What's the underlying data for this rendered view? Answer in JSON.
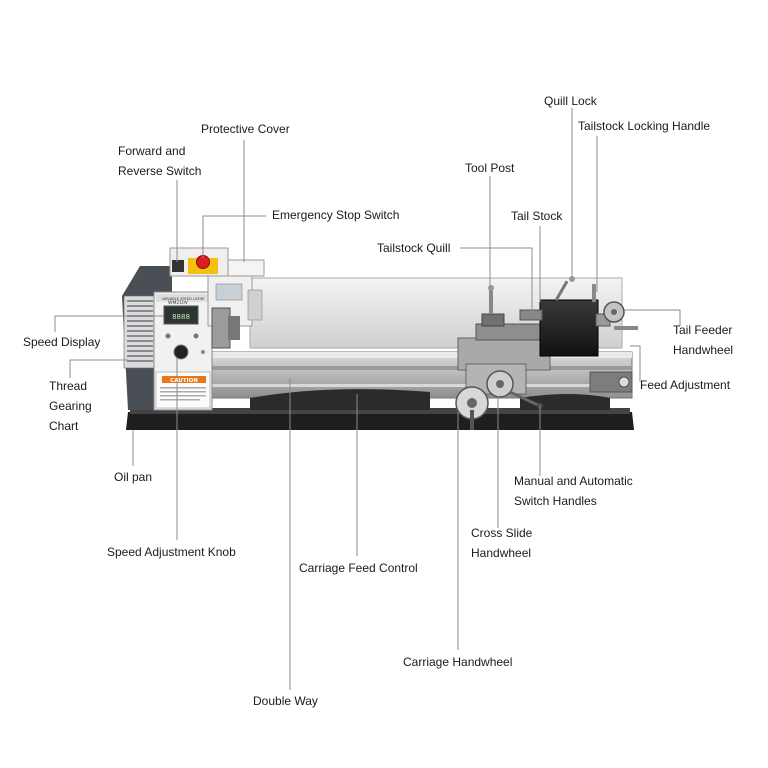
{
  "labels": {
    "quill_lock": "Quill Lock",
    "tailstock_locking_handle": "Tailstock Locking Handle",
    "protective_cover": "Protective Cover",
    "forward_reverse_1": "Forward and",
    "forward_reverse_2": "Reverse Switch",
    "tool_post": "Tool Post",
    "emergency_stop": "Emergency Stop Switch",
    "tail_stock": "Tail Stock",
    "tailstock_quill": "Tailstock Quill",
    "speed_display": "Speed Display",
    "tail_feeder_1": "Tail Feeder",
    "tail_feeder_2": "Handwheel",
    "thread_gearing_1": "Thread",
    "thread_gearing_2": "Gearing",
    "thread_gearing_3": "Chart",
    "feed_adjustment": "Feed Adjustment",
    "oil_pan": "Oil pan",
    "manual_auto_1": "Manual and Automatic",
    "manual_auto_2": "Switch Handles",
    "cross_slide_1": "Cross Slide",
    "cross_slide_2": "Handwheel",
    "speed_adjustment_knob": "Speed Adjustment Knob",
    "carriage_feed_control": "Carriage Feed Control",
    "carriage_handwheel": "Carriage Handwheel",
    "double_way": "Double Way"
  },
  "machine": {
    "panel_model": "WM210V",
    "panel_header": "VARIABLE SPEED LATHE",
    "caution_text": "CAUTION"
  },
  "colors": {
    "line": "#888888",
    "text": "#1a1a1a",
    "bed": "#bdbdbd",
    "tray": "#2a2a2a",
    "headstock": "#e9e9e9",
    "estop_red": "#d62020",
    "estop_yellow": "#f2c20f",
    "caution_orange": "#e8761a"
  }
}
